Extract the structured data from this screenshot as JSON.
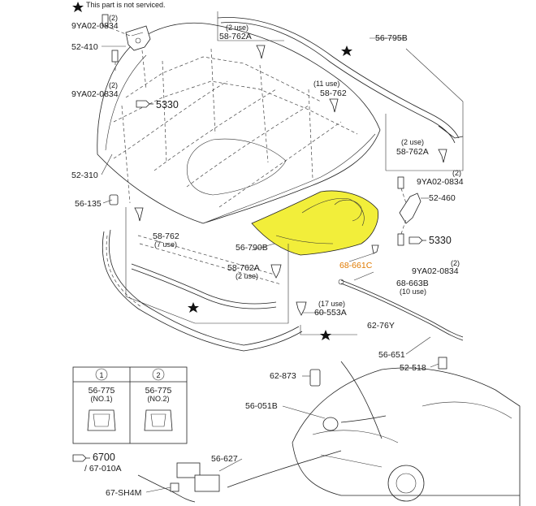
{
  "header": {
    "note": "This part is not serviced."
  },
  "colors": {
    "highlight": "#f2ee3a",
    "highlight_label": "#e07a00",
    "line": "#222222"
  },
  "labels": {
    "n_2_a": "(2)",
    "l_9ya02_a": "9YA02-0834",
    "l_52_410": "52-410",
    "n_2_b": "(2)",
    "l_9ya02_b": "9YA02-0834",
    "l_5330_a": "5330",
    "l_52_310": "52-310",
    "l_56_135": "56-135",
    "use2_a": "(2 use)",
    "l_58_762a_a": "58-762A",
    "l_56_795b": "56-795B",
    "use11": "(11 use)",
    "l_58_762_a": "58-762",
    "use2_b": "(2 use)",
    "l_58_762a_b": "58-762A",
    "n_2_c": "(2)",
    "l_9ya02_c": "9YA02-0834",
    "l_52_460": "52-460",
    "l_5330_b": "5330",
    "l_58_762_b": "58-762",
    "use7": "(7 use)",
    "l_56_790b": "56-790B",
    "l_58_762a_c": "58-762A",
    "use2_c": "(2 use)",
    "l_68_661c": "68-661C",
    "n_2_d": "(2)",
    "l_9ya02_d": "9YA02-0834",
    "l_68_663b": "68-663B",
    "use10": "(10 use)",
    "use17": "(17 use)",
    "l_60_553a": "60-553A",
    "l_62_76y": "62-76Y",
    "l_56_651": "56-651",
    "l_52_518": "52-518",
    "l_62_873": "62-873",
    "l_56_051b": "56-051B",
    "l_6700": "6700",
    "l_67_010a": "/ 67-010A",
    "l_56_627": "56-627",
    "l_67_sh4m": "67-SH4M"
  },
  "inset": {
    "items": [
      {
        "num": "1",
        "part": "56-775",
        "sub": "(NO.1)"
      },
      {
        "num": "2",
        "part": "56-775",
        "sub": "(NO.2)"
      }
    ]
  },
  "icons": [
    "star-icon",
    "hand-pointer-icon",
    "bolt-icon",
    "clip-icon",
    "grommet-icon"
  ]
}
